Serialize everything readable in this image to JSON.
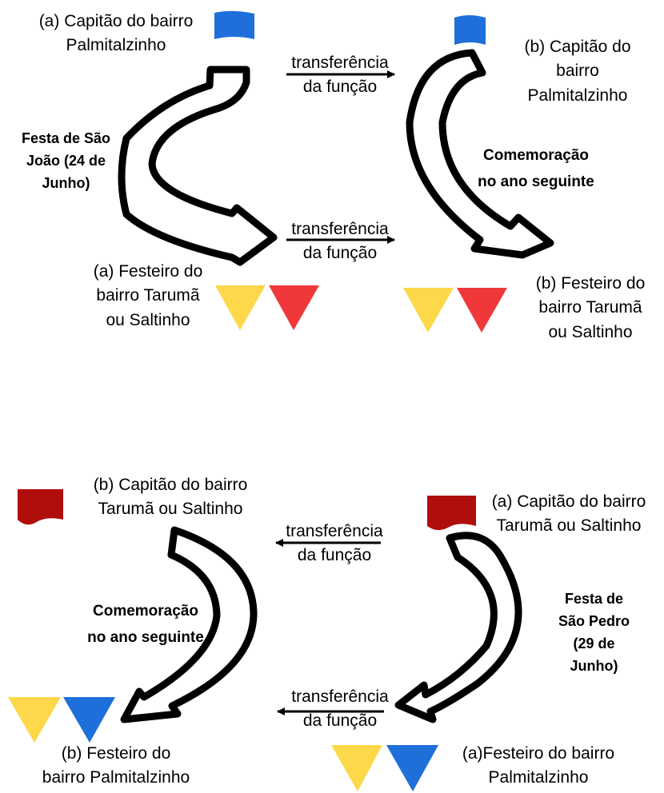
{
  "colors": {
    "blue": "#1e6fd9",
    "darkred": "#b00d0d",
    "red": "#f0383a",
    "yellow": "#fcd84a",
    "stroke": "#000000"
  },
  "top": {
    "capitao_a": [
      "(a) Capitão do bairro",
      "Palmitalzinho"
    ],
    "capitao_b": [
      "(b) Capitão do",
      "bairro",
      "Palmitalzinho"
    ],
    "festeiro_a": [
      "(a) Festeiro do",
      "bairro Tarumã",
      "ou Saltinho"
    ],
    "festeiro_b": [
      "(b) Festeiro do",
      "bairro Tarumã",
      "ou Saltinho"
    ],
    "festa": [
      "Festa de São",
      "João (24 de",
      "Junho)"
    ],
    "comemoracao": [
      "Comemoração",
      "no ano seguinte"
    ],
    "transfer_upper": [
      "transferência",
      "da função"
    ],
    "transfer_lower": [
      "transferência",
      "da função"
    ]
  },
  "bottom": {
    "capitao_b": [
      "(b) Capitão do bairro",
      "Tarumã ou Saltinho"
    ],
    "capitao_a": [
      "(a) Capitão do bairro",
      "Tarumã ou Saltinho"
    ],
    "festeiro_b": [
      "(b) Festeiro do",
      "bairro Palmitalzinho"
    ],
    "festeiro_a": [
      "(a)Festeiro do bairro",
      "Palmitalzinho"
    ],
    "festa": [
      "Festa de",
      "São Pedro",
      "(29 de",
      "Junho)"
    ],
    "comemoracao": [
      "Comemoração",
      "no ano seguinte"
    ],
    "transfer_upper": [
      "transferência",
      "da função"
    ],
    "transfer_lower": [
      "transferência",
      "da função"
    ]
  }
}
